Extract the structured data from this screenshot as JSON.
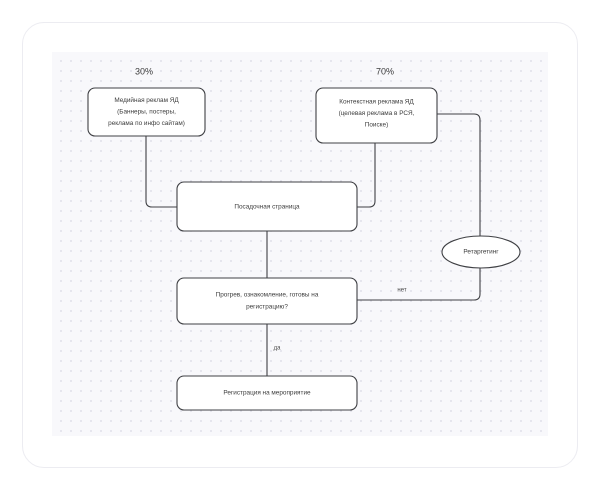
{
  "canvas": {
    "background_color": "#f8f8fb",
    "dot_color": "#e0e0ea",
    "card_border_color": "#ececf1",
    "stroke_color": "#3f4044",
    "text_color": "#3c3c3c"
  },
  "labels": {
    "split_left": "30%",
    "split_right": "70%",
    "branch_no": "нет",
    "branch_yes": "да"
  },
  "nodes": {
    "media_ads": {
      "shape": "rounded-rect",
      "lines": [
        "Медийная реклам ЯД",
        "(Баннеры, постеры,",
        "реклама по инфо сайтам)"
      ]
    },
    "context_ads": {
      "shape": "rounded-rect",
      "lines": [
        "Контекстная реклама ЯД",
        "(целевая реклама в РСЯ,",
        "Поиске)"
      ]
    },
    "landing": {
      "shape": "rounded-rect",
      "lines": [
        "Посадочная страница"
      ]
    },
    "decision": {
      "shape": "rounded-rect",
      "lines": [
        "Прогрев, ознакомление, готовы на",
        "регистрацию?"
      ]
    },
    "retargeting": {
      "shape": "ellipse",
      "lines": [
        "Ретаргетинг"
      ]
    },
    "registration": {
      "shape": "rounded-rect",
      "lines": [
        "Регистрация на мероприятие"
      ]
    }
  }
}
